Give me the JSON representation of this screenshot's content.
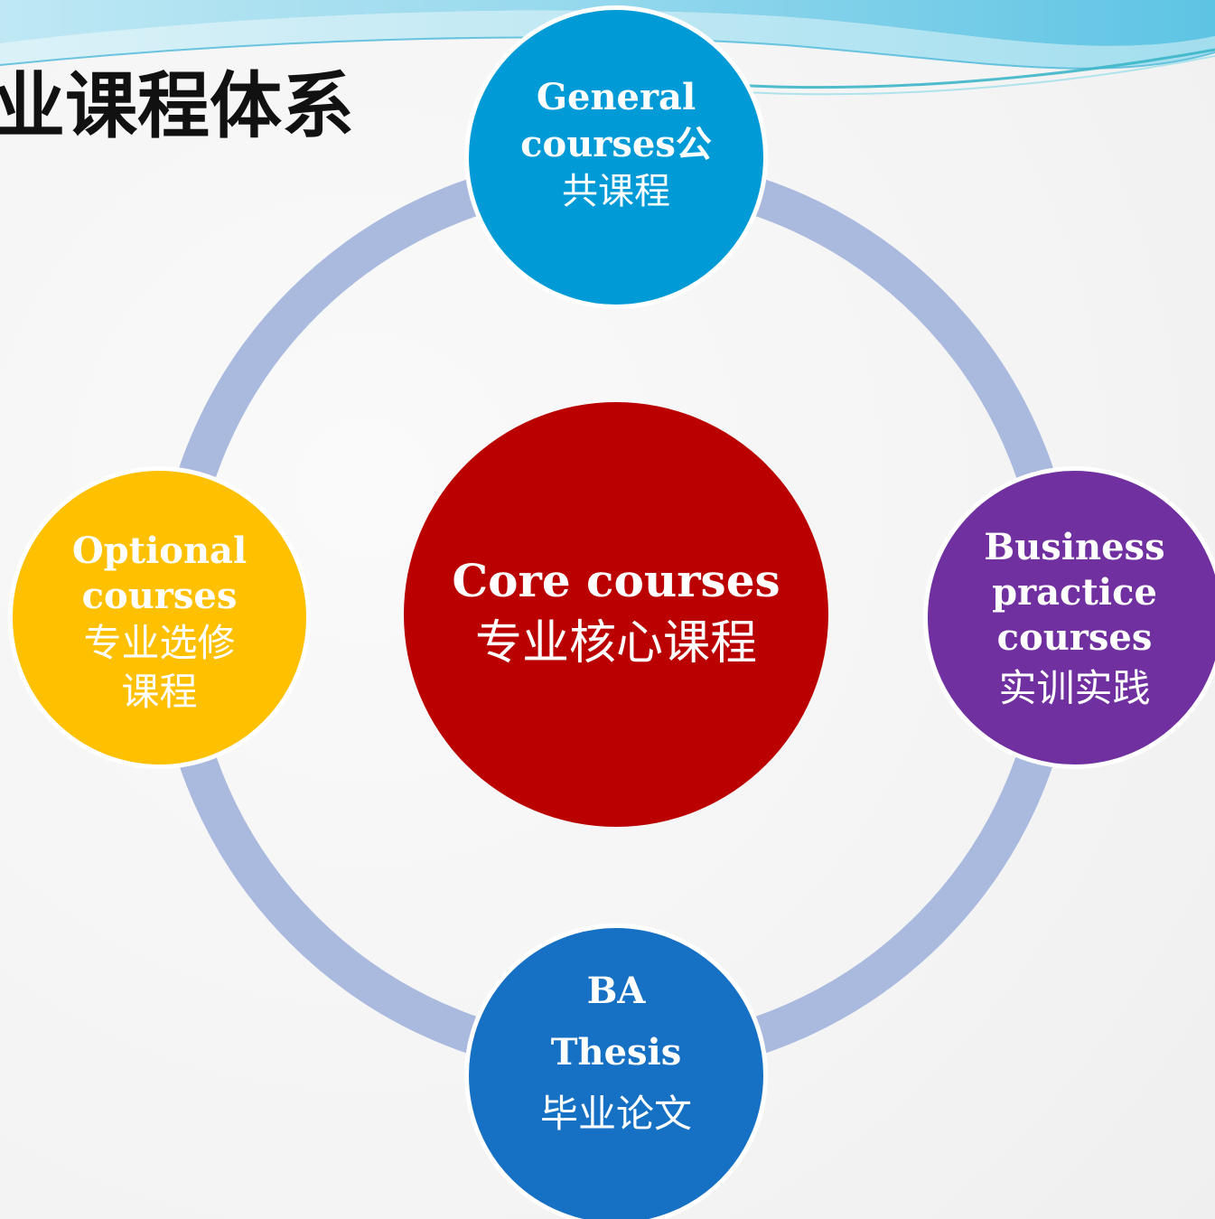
{
  "slide": {
    "title": "业课程体系"
  },
  "theme": {
    "ring_color": "#aab9de",
    "core_color": "#bb0000",
    "general_color": "#009bd6",
    "optional_color": "#ffc000",
    "business_color": "#7030a0",
    "thesis_color": "#1670c4",
    "header_wave_color": "#7fd0e8"
  },
  "diagram": {
    "center": {
      "en": "Core courses",
      "zh": "专业核心课程"
    },
    "nodes": {
      "general": {
        "en_line1": "General",
        "en_line2": "courses公",
        "zh": "共课程"
      },
      "optional": {
        "en_line1": "Optional",
        "en_line2": "courses",
        "zh_line1": "专业选修",
        "zh_line2": "课程"
      },
      "business": {
        "en_line1": "Business",
        "en_line2": "practice",
        "en_line3": "courses",
        "zh": "实训实践"
      },
      "thesis": {
        "en_line1": "BA",
        "en_line2": "Thesis",
        "zh": "毕业论文"
      }
    }
  }
}
